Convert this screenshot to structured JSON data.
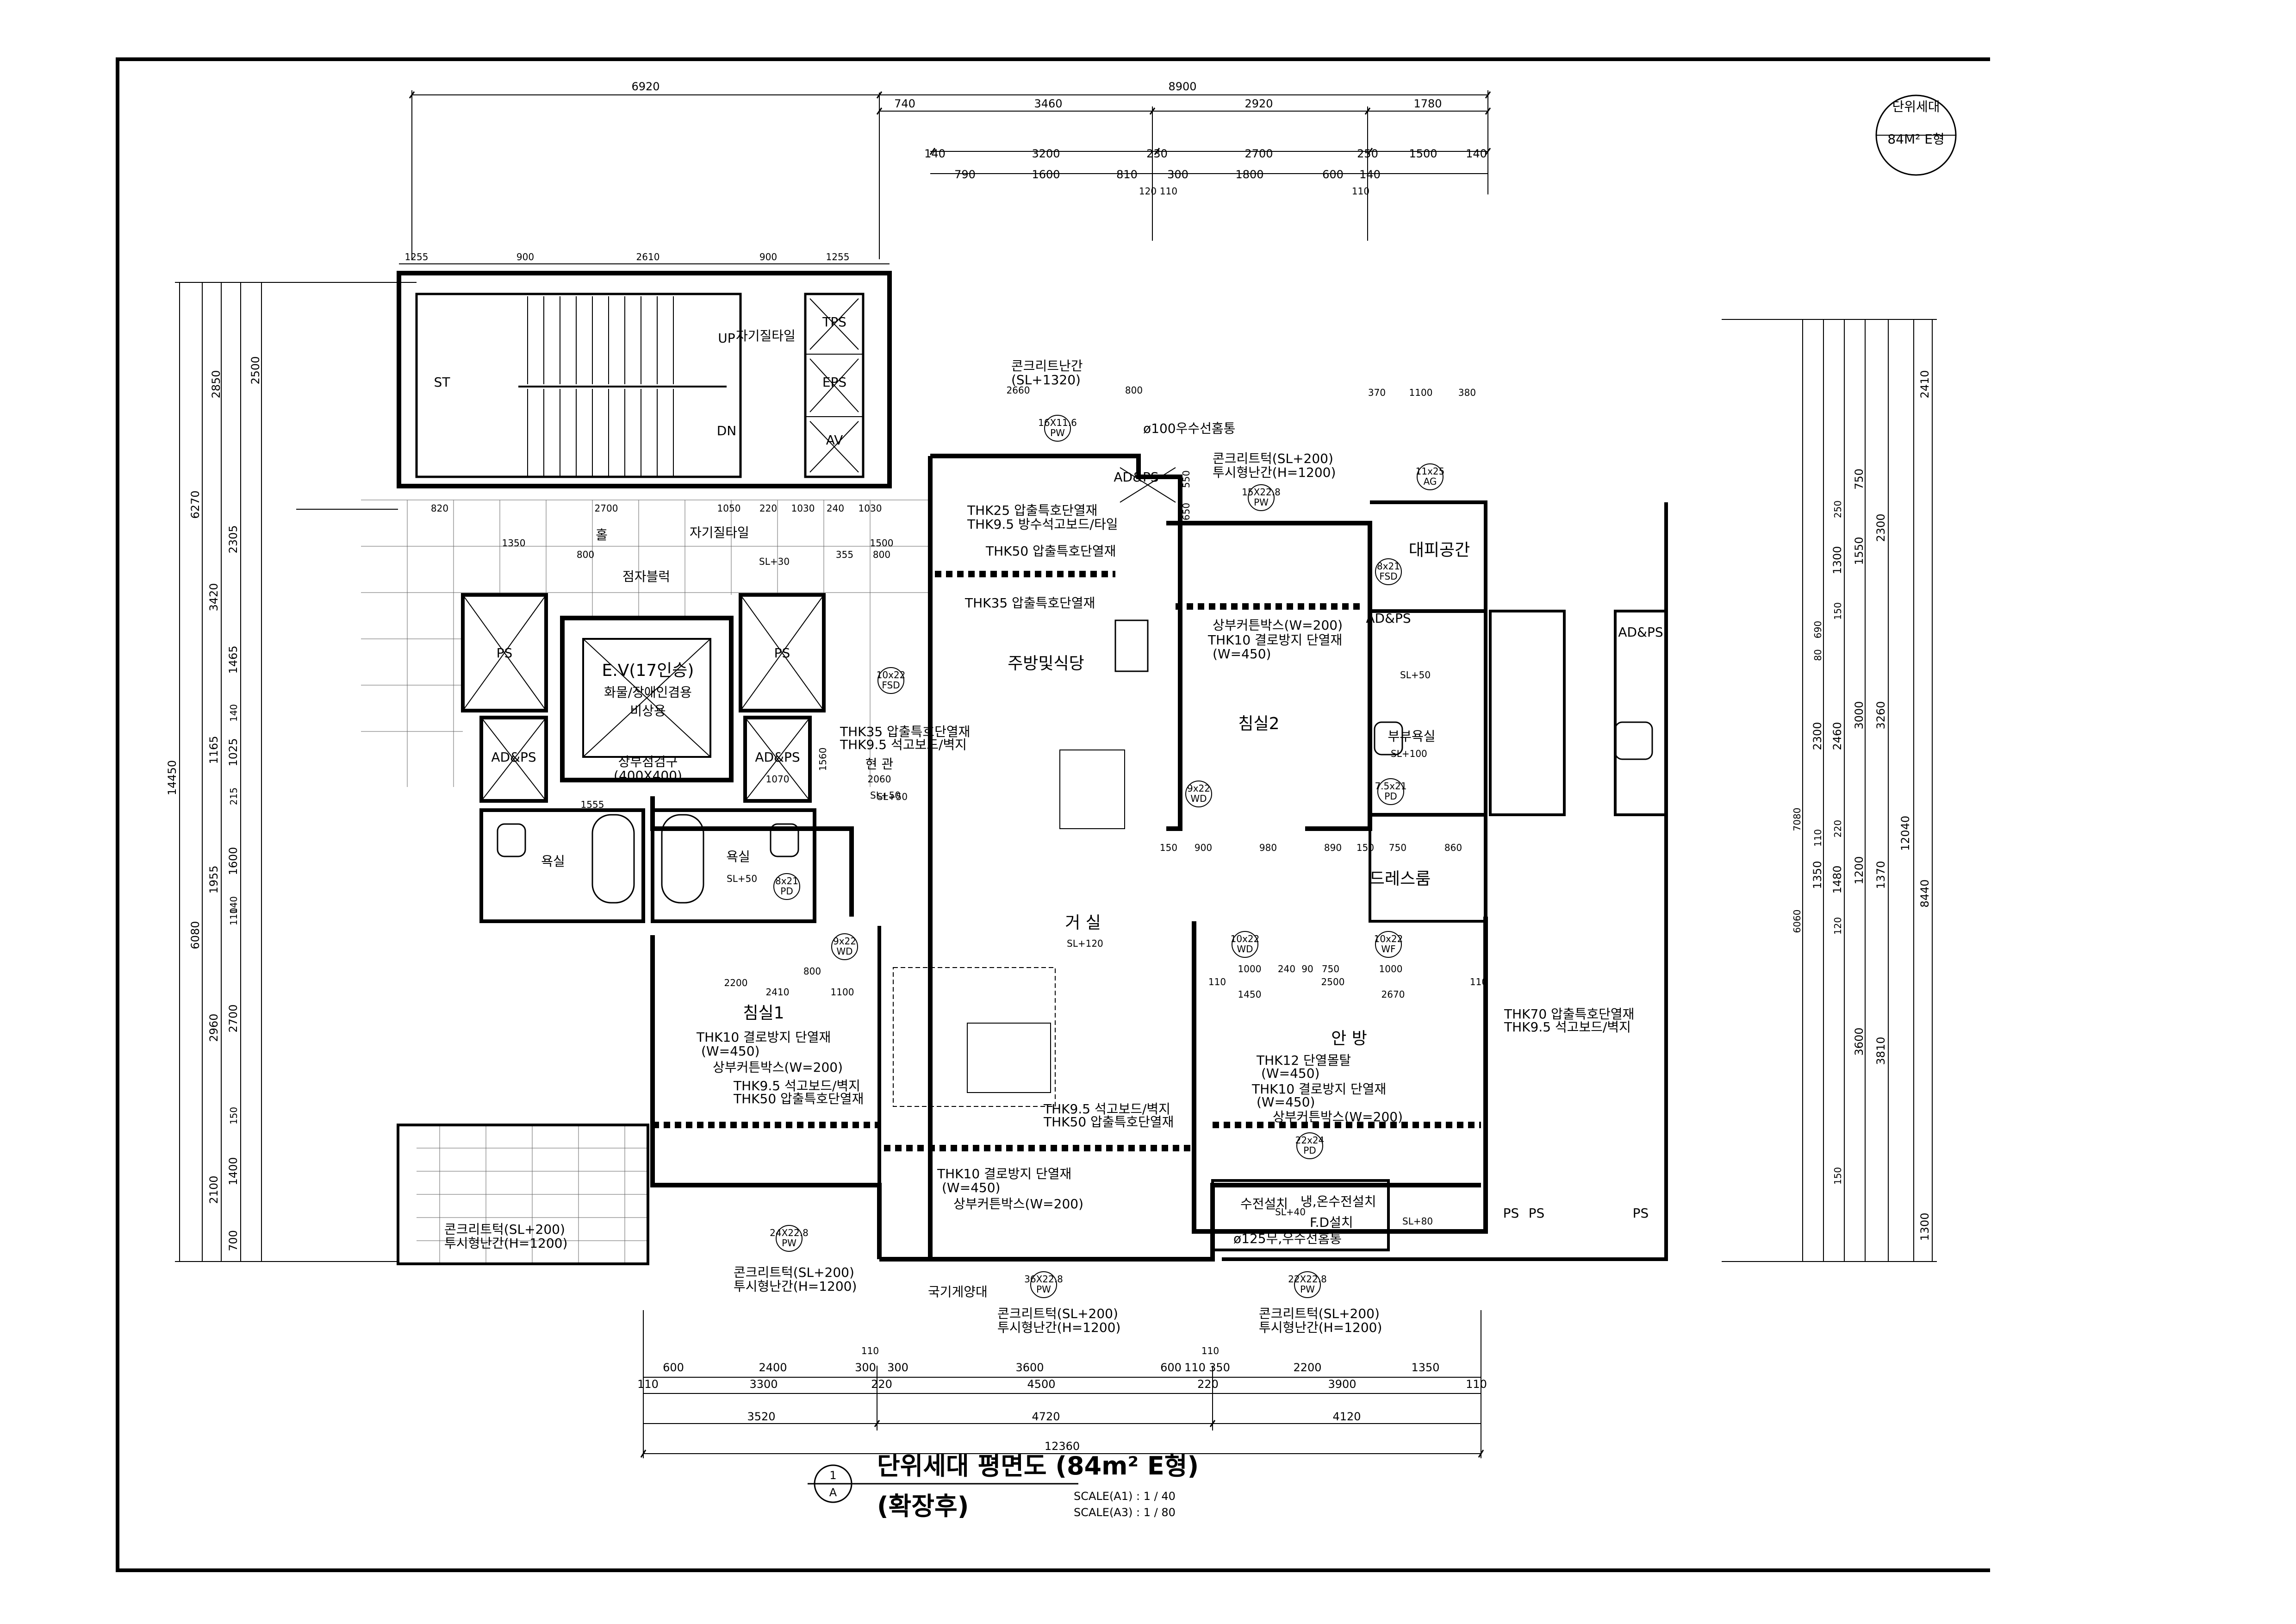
{
  "unit_tag": {
    "line1": "단위세대",
    "line2": "84M² E형"
  },
  "title": {
    "number": "1",
    "sheet": "A",
    "main": "단위세대 평면도 (84m² E형)",
    "sub": "(확장후)",
    "scale_a1": "SCALE(A1) : 1 / 40",
    "scale_a3": "SCALE(A3) : 1 / 80"
  },
  "rooms": {
    "kitchen": "주방및식당",
    "bed2": "침실2",
    "living": "거 실",
    "bed1": "침실1",
    "master": "안 방",
    "bath_common": "욕실",
    "bath_master": "부부욕실",
    "dress": "드레스룸",
    "shelter": "대피공간",
    "entrance": "현 관",
    "hall": "홀",
    "elevator": "E.V(17인승)",
    "elevator2": "화물/장애인겸용",
    "elevator3": "비상용",
    "stair_up": "UP",
    "stair_dn": "DN",
    "st": "ST",
    "tps": "TPS",
    "eps": "EPS",
    "av": "AV",
    "ps": "PS",
    "adps": "AD&PS",
    "ladder": "상부점검구",
    "ladder2": "(400X400)"
  },
  "top_dims": {
    "r1": [
      "6920",
      "8900"
    ],
    "r2": [
      "740",
      "3460",
      "2920",
      "1780"
    ],
    "r3": [
      "140",
      "3200",
      "230",
      "2700",
      "250",
      "1500",
      "140"
    ],
    "r4": [
      "790",
      "1600",
      "810",
      "300",
      "1800",
      "600",
      "140"
    ],
    "r4b": [
      "120",
      "110",
      "110"
    ],
    "core": [
      "1255",
      "900",
      "2610",
      "900",
      "1255"
    ],
    "hall1": [
      "820",
      "2700",
      "1050",
      "220",
      "1030",
      "240",
      "1030"
    ],
    "hall2": [
      "1350",
      "1500"
    ],
    "hall3": [
      "800",
      "355",
      "800"
    ]
  },
  "bottom_dims": {
    "r1": [
      "600",
      "2400",
      "300",
      "300",
      "3600",
      "600",
      "110",
      "350",
      "2200",
      "1350"
    ],
    "r1b": [
      "110",
      "110"
    ],
    "r2": [
      "110",
      "3300",
      "220",
      "4500",
      "220",
      "3900",
      "110"
    ],
    "r3": [
      "3520",
      "4720",
      "4120"
    ],
    "r4": "12360"
  },
  "left_dims": {
    "outer": "14450",
    "c2": [
      "6270",
      "6080"
    ],
    "c3": [
      "3420",
      "1165",
      "1955",
      "2960",
      "2100"
    ],
    "c4": [
      "2850",
      "2305",
      "1465",
      "140",
      "1025",
      "215",
      "1600",
      "110",
      "140",
      "2700",
      "150",
      "1400",
      "700"
    ],
    "c5": [
      "2500"
    ]
  },
  "right_dims": {
    "outer": "12040",
    "c2": [
      "2410",
      "8440",
      "1300"
    ],
    "c3": [
      "2300",
      "3260",
      "1370",
      "3810"
    ],
    "c4": [
      "750",
      "1550",
      "3000",
      "1200",
      "3600"
    ],
    "c5": [
      "250",
      "1300",
      "150",
      "2460",
      "220",
      "1480",
      "120",
      "150"
    ],
    "c6": [
      "690",
      "80",
      "2300",
      "7080",
      "110",
      "1350",
      "6060"
    ]
  },
  "notes": [
    {
      "text": "콘크리트난간"
    },
    {
      "text": "(SL+1320)"
    },
    {
      "text": "ø100우수선홈통"
    },
    {
      "text": "콘크리트턱(SL+200)"
    },
    {
      "text": "투시형난간(H=1200)"
    },
    {
      "text": "THK25 압출특호단열재"
    },
    {
      "text": "THK9.5 방수석고보드/타일"
    },
    {
      "text": "THK50 압출특호단열재"
    },
    {
      "text": "THK35 압출특호단열재"
    },
    {
      "text": "THK35 압출특호단열재"
    },
    {
      "text": "THK9.5 석고보드/벽지"
    },
    {
      "text": "상부커튼박스(W=200)"
    },
    {
      "text": "THK10 결로방지 단열재"
    },
    {
      "text": "(W=450)"
    },
    {
      "text": "THK10 결로방지 단열재"
    },
    {
      "text": "(W=450)"
    },
    {
      "text": "상부커튼박스(W=200)"
    },
    {
      "text": "THK9.5 석고보드/벽지"
    },
    {
      "text": "THK50 압출특호단열재"
    },
    {
      "text": "THK9.5 석고보드/벽지"
    },
    {
      "text": "THK50 압출특호단열재"
    },
    {
      "text": "THK12 단열몰탈"
    },
    {
      "text": "(W=450)"
    },
    {
      "text": "THK10 결로방지 단열재"
    },
    {
      "text": "(W=450)"
    },
    {
      "text": "상부커튼박스(W=200)"
    },
    {
      "text": "THK10 결로방지 단열재"
    },
    {
      "text": "(W=450)"
    },
    {
      "text": "상부커튼박스(W=200)"
    },
    {
      "text": "THK70 압출특호단열재"
    },
    {
      "text": "THK9.5 석고보드/벽지"
    },
    {
      "text": "콘크리트턱(SL+200)"
    },
    {
      "text": "투시형난간(H=1200)"
    },
    {
      "text": "콘크리트턱(SL+200)"
    },
    {
      "text": "투시형난간(H=1200)"
    },
    {
      "text": "국기게양대"
    },
    {
      "text": "콘크리트턱(SL+200)"
    },
    {
      "text": "투시형난간(H=1200)"
    },
    {
      "text": "콘크리트턱(SL+200)"
    },
    {
      "text": "투시형난간(H=1200)"
    },
    {
      "text": "수전설치"
    },
    {
      "text": "냉,온수전설치"
    },
    {
      "text": "F.D설치"
    },
    {
      "text": "ø125무,우수선홈통"
    },
    {
      "text": "자기질타일"
    },
    {
      "text": "자기질타일"
    },
    {
      "text": "점자블럭"
    }
  ],
  "levels": [
    "SL+30",
    "SL+50",
    "SL+50",
    "SL+120",
    "SL+50",
    "SL+100",
    "SL+40",
    "SL+80",
    "SL+50"
  ],
  "tags": [
    {
      "a": "16X11.6",
      "b": "PW"
    },
    {
      "a": "15X22.8",
      "b": "PW"
    },
    {
      "a": "11x25",
      "b": "AG"
    },
    {
      "a": "8x21",
      "b": "FSD"
    },
    {
      "a": "10x22",
      "b": "FSD"
    },
    {
      "a": "9x22",
      "b": "WD"
    },
    {
      "a": "7.5x21",
      "b": "PD"
    },
    {
      "a": "8x21",
      "b": "PD"
    },
    {
      "a": "9x22",
      "b": "WD"
    },
    {
      "a": "10x22",
      "b": "WD"
    },
    {
      "a": "10x22",
      "b": "WF"
    },
    {
      "a": "22x24",
      "b": "PD"
    },
    {
      "a": "24X22.8",
      "b": "PW"
    },
    {
      "a": "36X22.8",
      "b": "PW"
    },
    {
      "a": "22X22.8",
      "b": "PW"
    }
  ],
  "inner_dims": {
    "balc_top": [
      "2660",
      "800"
    ],
    "shelter": [
      "370",
      "1100",
      "380"
    ],
    "bed2_v": [
      "550",
      "650"
    ],
    "bed2_bottom": [
      "150",
      "900",
      "980",
      "890",
      "150",
      "750",
      "860"
    ],
    "bed1_top": [
      "2200",
      "2410",
      "1100",
      "800"
    ],
    "master_top": [
      "1000",
      "240",
      "90",
      "750",
      "1000",
      "1450",
      "2670",
      "110",
      "2500",
      "110"
    ],
    "ent": [
      "1560",
      "2060",
      "1070",
      "1555"
    ]
  }
}
